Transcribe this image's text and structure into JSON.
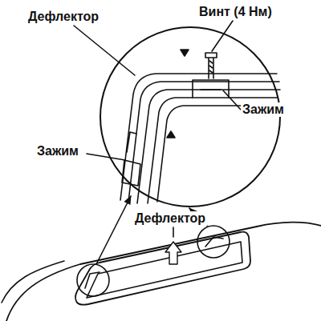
{
  "diagram": {
    "labels": [
      "Дефлектор",
      "Винт (4 Нм)",
      "Зажим",
      "Зажим",
      "Дефлектор"
    ]
  }
}
